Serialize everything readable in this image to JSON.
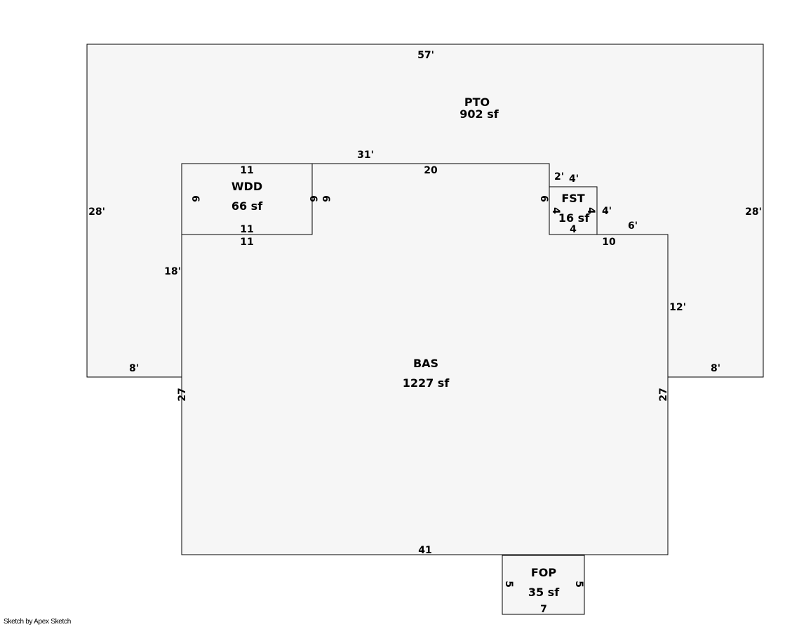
{
  "credit": "Sketch by Apex Sketch",
  "areas": {
    "pto": {
      "code": "PTO",
      "area": "902 sf"
    },
    "bas": {
      "code": "BAS",
      "area": "1227 sf"
    },
    "wdd": {
      "code": "WDD",
      "area": "66 sf"
    },
    "fst": {
      "code": "FST",
      "area": "16 sf"
    },
    "fop": {
      "code": "FOP",
      "area": "35 sf"
    }
  },
  "dimensions": {
    "pto_top": "57'",
    "pto_left": "28'",
    "pto_right": "28'",
    "pto_bottom_left": "8'",
    "pto_bottom_right": "8'",
    "pto_inner_top": "31'",
    "pto_inner_left": "18'",
    "pto_inner_right": "12'",
    "pto_inner_step_top": "2'",
    "pto_inner_fst_top": "4'",
    "pto_inner_fst_right": "4'",
    "pto_inner_step_right": "6'",
    "wdd_top": "11",
    "wdd_bottom": "11",
    "wdd_left": "6",
    "wdd_right": "6",
    "bas_top": "20",
    "bas_wdd_edge": "11",
    "bas_right_step": "10",
    "bas_left": "27",
    "bas_right": "27",
    "bas_bottom": "41",
    "bas_fst_left": "6",
    "fst_left": "4",
    "fst_right": "4",
    "fst_bottom": "4",
    "fop_left": "5",
    "fop_right": "5",
    "fop_bottom": "7"
  }
}
